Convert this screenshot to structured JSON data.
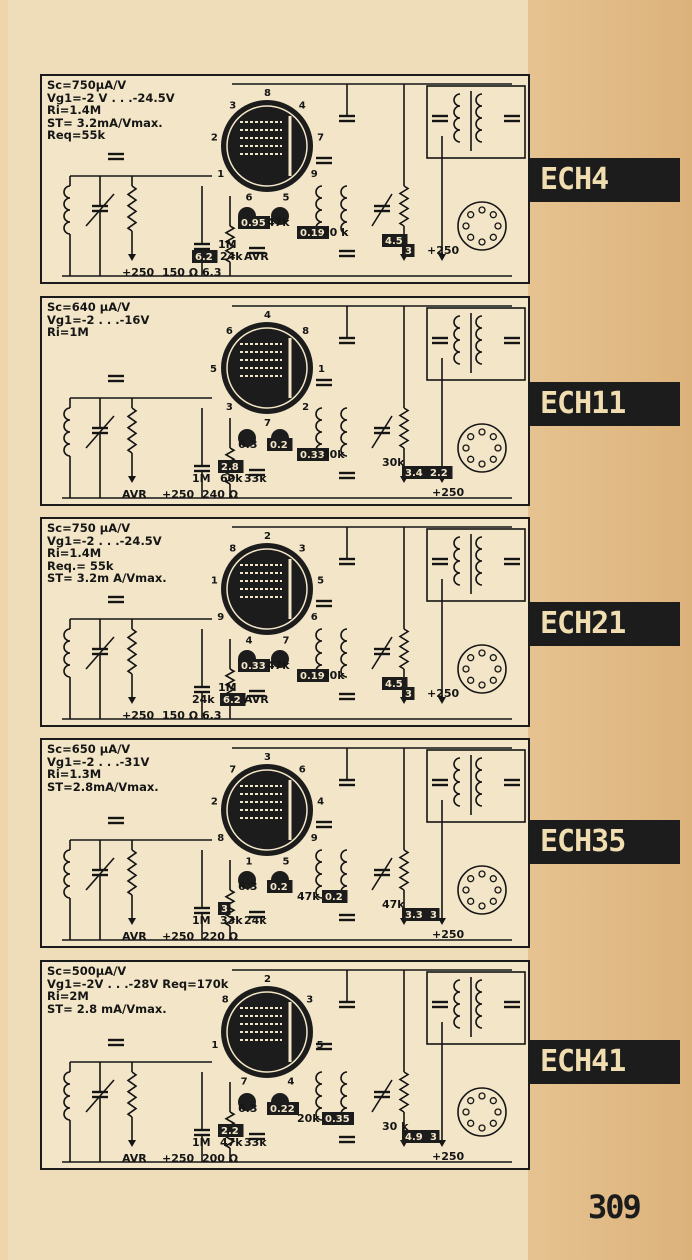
{
  "page_number": "309",
  "tubes": [
    {
      "label": "ECH4",
      "specs": [
        "Sc=750µA/V",
        "Vg1=-2 V . . .-24.5V",
        "Ri=1.4M",
        "ST= 3.2mA/Vmax.",
        "Req=55k"
      ],
      "pins": [
        "8",
        "4",
        "7",
        "9",
        "5",
        "6",
        "1",
        "2",
        "3"
      ],
      "labels": [
        "1M",
        "6.2",
        "24k",
        "AVR",
        "+250",
        "150 Ω",
        "6.3",
        "0.95",
        "47k",
        "0.19",
        "20 k",
        "4.5",
        "3",
        "+250"
      ]
    },
    {
      "label": "ECH11",
      "specs": [
        "Sc=640 µA/V",
        "Vg1=-2 . . .-16V",
        "Ri=1M"
      ],
      "pins": [
        "4",
        "8",
        "1",
        "2",
        "7",
        "3",
        "5",
        "6"
      ],
      "labels": [
        "2.8",
        "1M",
        "60k",
        "33k",
        "AVR",
        "+250",
        "240 Ω",
        "6.3",
        "0.2",
        "0.33",
        "30k",
        "30k",
        "3.4",
        "2.2",
        "+250"
      ]
    },
    {
      "label": "ECH21",
      "specs": [
        "Sc=750 µA/V",
        "Vg1=-2 . . .-24.5V",
        "Ri=1.4M",
        "Req.= 55k",
        "ST= 3.2m A/Vmax."
      ],
      "pins": [
        "2",
        "3",
        "5",
        "6",
        "7",
        "4",
        "9",
        "1",
        "8"
      ],
      "labels": [
        "1M",
        "24k",
        "6.2",
        "AVR",
        "+250",
        "150 Ω",
        "6.3",
        "0.33",
        "47k",
        "0.19",
        "20k",
        "4.5",
        "3",
        "+250"
      ]
    },
    {
      "label": "ECH35",
      "specs": [
        "Sc=650 µA/V",
        "Vg1=-2 . . .-31V",
        "Ri=1.3M",
        "ST=2.8mA/Vmax."
      ],
      "pins": [
        "3",
        "6",
        "4",
        "9",
        "5",
        "1",
        "8",
        "2",
        "7"
      ],
      "labels": [
        "3",
        "1M",
        "33k",
        "24k",
        "AVR",
        "+250",
        "220 Ω",
        "6.3",
        "0.2",
        "47k",
        "0.2",
        "47k",
        "3.3",
        "3",
        "+250"
      ]
    },
    {
      "label": "ECH41",
      "specs": [
        "Sc=500µA/V",
        "Vg1=-2V . . .-28V  Req=170k",
        "Ri=2M",
        "ST= 2.8 mA/Vmax."
      ],
      "pins": [
        "2",
        "3",
        "5",
        "4",
        "7",
        "1",
        "8"
      ],
      "labels": [
        "2.2",
        "1M",
        "47k",
        "33k",
        "AVR",
        "+250",
        "200 Ω",
        "6.3",
        "0.22",
        "20k",
        "0.35",
        "30 k",
        "4.9",
        "3",
        "+250"
      ]
    }
  ]
}
